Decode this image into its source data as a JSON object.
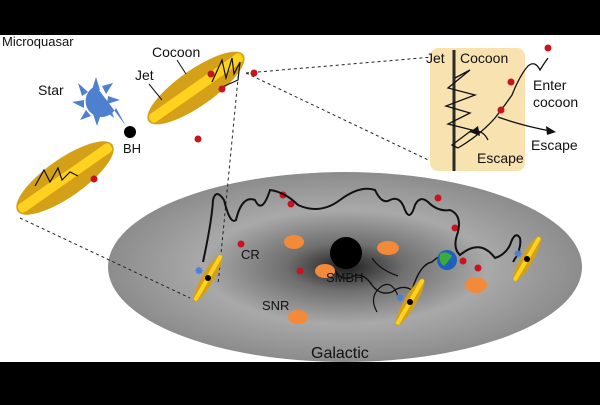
{
  "labels": {
    "microquasar": "Microquasar",
    "star": "Star",
    "bh": "BH",
    "jet": "Jet",
    "cocoon": "Cocoon",
    "inset_jet": "Jet",
    "inset_cocoon": "Cocoon",
    "enter_cocoon_line1": "Enter",
    "enter_cocoon_line2": "cocoon",
    "escape_inner": "Escape",
    "escape_outer": "Escape",
    "cr": "CR",
    "smbh": "SMBH",
    "snr": "SNR",
    "galactic": "Galactic"
  },
  "colors": {
    "jet_gold": "#d4a017",
    "jet_yellow": "#ffd21f",
    "cosmic_ray_red": "#c8141e",
    "star_blue": "#4f7fcf",
    "remnant_orange": "#f28a3a",
    "cocoon_bg": "#f7e2b0",
    "galaxy_gray": "#a8a8a8"
  }
}
